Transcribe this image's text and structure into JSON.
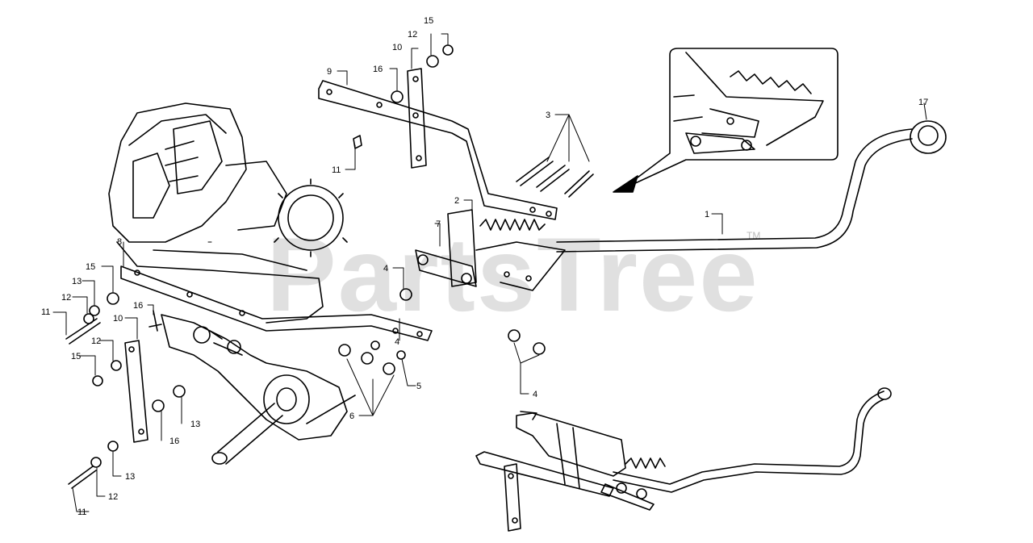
{
  "watermark": {
    "text": "PartsTree",
    "trademark": "TM"
  },
  "callouts": [
    "1",
    "2",
    "3",
    "4",
    "4",
    "4",
    "5",
    "6",
    "7",
    "8",
    "9",
    "10",
    "10",
    "11",
    "11",
    "11",
    "12",
    "12",
    "12",
    "12",
    "13",
    "13",
    "13",
    "15",
    "15",
    "15",
    "16",
    "16",
    "16",
    "17"
  ],
  "colors": {
    "line": "#000000",
    "watermark": "#c8c8c8",
    "background": "#ffffff"
  }
}
